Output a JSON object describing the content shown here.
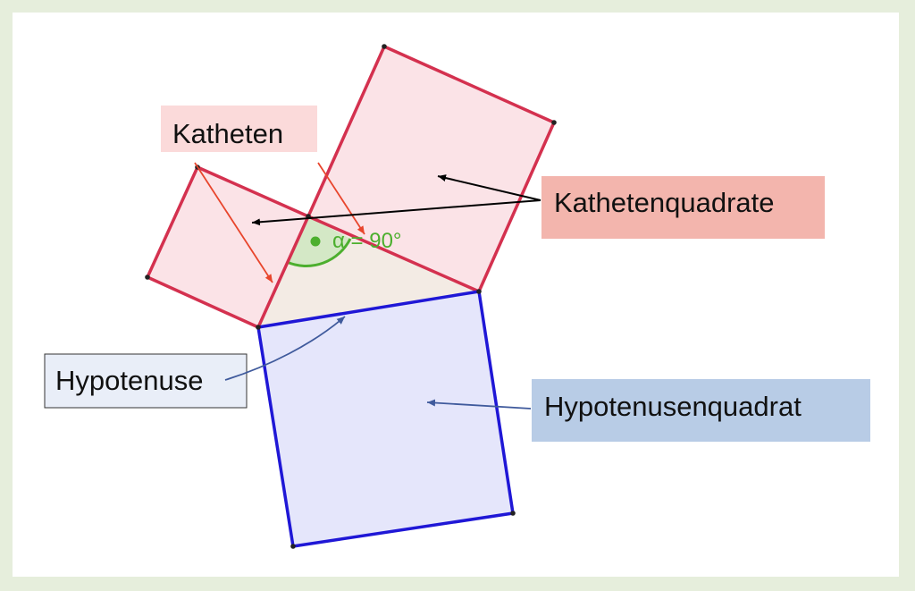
{
  "labels": {
    "katheten": "Katheten",
    "kathetenquadrate": "Kathetenquadrate",
    "hypotenuse": "Hypotenuse",
    "hypotenusenquadrat": "Hypotenusenquadrat",
    "angle": "α = 90°"
  },
  "colors": {
    "background": "#e6eedc",
    "canvas": "#ffffff",
    "leg_square_stroke": "#d4314f",
    "leg_square_fill": "#fbe3e7",
    "hypotenuse_square_stroke": "#1f17d6",
    "hypotenuse_square_fill": "#e5e6fb",
    "triangle_fill": "#f3ebe4",
    "angle_marker": "#4caf2e",
    "katheten_box": "#fbdada",
    "kathetenquadrate_box": "#f3b5ad",
    "hypotenuse_box": "#e9eef8",
    "hypotenusenquadrat_box": "#b8cce6",
    "red_arrow": "#e8452c",
    "black_arrow": "#000000",
    "blue_arrow": "#3f5a9c"
  }
}
